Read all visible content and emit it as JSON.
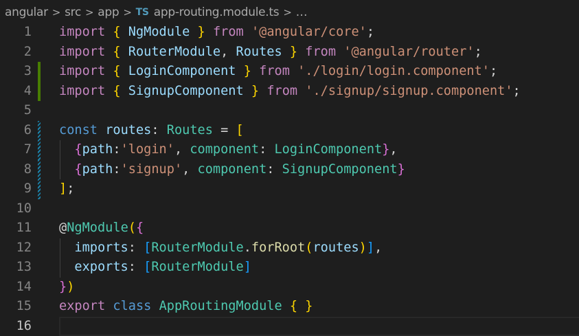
{
  "breadcrumb": {
    "items": [
      "angular",
      "src",
      "app"
    ],
    "file_badge": "TS",
    "file": "app-routing.module.ts",
    "more": "…"
  },
  "colors": {
    "background": "#1e1e1e",
    "added": "#487e02",
    "modified": "#1b81a8"
  },
  "editor": {
    "current_line": 16,
    "lines": [
      {
        "n": "1",
        "tokens": [
          [
            "import",
            "kw"
          ],
          [
            " ",
            "p"
          ],
          [
            "{",
            "b1"
          ],
          [
            " ",
            "p"
          ],
          [
            "NgModule",
            "v"
          ],
          [
            " ",
            "p"
          ],
          [
            "}",
            "b1"
          ],
          [
            " ",
            "p"
          ],
          [
            "from",
            "kw"
          ],
          [
            " ",
            "p"
          ],
          [
            "'@angular/core'",
            "s"
          ],
          [
            ";",
            "p"
          ]
        ]
      },
      {
        "n": "2",
        "tokens": [
          [
            "import",
            "kw"
          ],
          [
            " ",
            "p"
          ],
          [
            "{",
            "b1"
          ],
          [
            " ",
            "p"
          ],
          [
            "RouterModule",
            "v"
          ],
          [
            ", ",
            "p"
          ],
          [
            "Routes",
            "v"
          ],
          [
            " ",
            "p"
          ],
          [
            "}",
            "b1"
          ],
          [
            " ",
            "p"
          ],
          [
            "from",
            "kw"
          ],
          [
            " ",
            "p"
          ],
          [
            "'@angular/router'",
            "s"
          ],
          [
            ";",
            "p"
          ]
        ]
      },
      {
        "n": "3",
        "gutter": "add",
        "tokens": [
          [
            "import",
            "kw"
          ],
          [
            " ",
            "p"
          ],
          [
            "{",
            "b1"
          ],
          [
            " ",
            "p"
          ],
          [
            "LoginComponent",
            "v"
          ],
          [
            " ",
            "p"
          ],
          [
            "}",
            "b1"
          ],
          [
            " ",
            "p"
          ],
          [
            "from",
            "kw"
          ],
          [
            " ",
            "p"
          ],
          [
            "'./login/login.component'",
            "s"
          ],
          [
            ";",
            "p"
          ]
        ]
      },
      {
        "n": "4",
        "gutter": "add",
        "tokens": [
          [
            "import",
            "kw"
          ],
          [
            " ",
            "p"
          ],
          [
            "{",
            "b1"
          ],
          [
            " ",
            "p"
          ],
          [
            "SignupComponent",
            "v"
          ],
          [
            " ",
            "p"
          ],
          [
            "}",
            "b1"
          ],
          [
            " ",
            "p"
          ],
          [
            "from",
            "kw"
          ],
          [
            " ",
            "p"
          ],
          [
            "'./signup/signup.component'",
            "s"
          ],
          [
            ";",
            "p"
          ]
        ]
      },
      {
        "n": "5",
        "tokens": []
      },
      {
        "n": "6",
        "gutter": "mod",
        "tokens": [
          [
            "const",
            "st"
          ],
          [
            " ",
            "p"
          ],
          [
            "routes",
            "v"
          ],
          [
            ": ",
            "p"
          ],
          [
            "Routes",
            "ty"
          ],
          [
            " = ",
            "p"
          ],
          [
            "[",
            "b1"
          ]
        ]
      },
      {
        "n": "7",
        "gutter": "mod",
        "guide": true,
        "tokens": [
          [
            "  ",
            "p"
          ],
          [
            "{",
            "b2"
          ],
          [
            "path",
            "v"
          ],
          [
            ":",
            "p"
          ],
          [
            "'login'",
            "s"
          ],
          [
            ", ",
            "p"
          ],
          [
            "component",
            "ty"
          ],
          [
            ": ",
            "p"
          ],
          [
            "LoginComponent",
            "ty"
          ],
          [
            "}",
            "b2"
          ],
          [
            ",",
            "p"
          ]
        ]
      },
      {
        "n": "8",
        "gutter": "mod",
        "guide": true,
        "tokens": [
          [
            "  ",
            "p"
          ],
          [
            "{",
            "b2"
          ],
          [
            "path",
            "v"
          ],
          [
            ":",
            "p"
          ],
          [
            "'signup'",
            "s"
          ],
          [
            ", ",
            "p"
          ],
          [
            "component",
            "ty"
          ],
          [
            ": ",
            "p"
          ],
          [
            "SignupComponent",
            "ty"
          ],
          [
            "}",
            "b2"
          ]
        ]
      },
      {
        "n": "9",
        "gutter": "mod",
        "tokens": [
          [
            "]",
            "b1"
          ],
          [
            ";",
            "p"
          ]
        ]
      },
      {
        "n": "10",
        "tokens": []
      },
      {
        "n": "11",
        "tokens": [
          [
            "@",
            "p"
          ],
          [
            "NgModule",
            "ty"
          ],
          [
            "(",
            "b1"
          ],
          [
            "{",
            "b2"
          ]
        ]
      },
      {
        "n": "12",
        "guide": true,
        "tokens": [
          [
            "  ",
            "p"
          ],
          [
            "imports",
            "v"
          ],
          [
            ": ",
            "p"
          ],
          [
            "[",
            "b3"
          ],
          [
            "RouterModule",
            "ty"
          ],
          [
            ".",
            "p"
          ],
          [
            "forRoot",
            "fn"
          ],
          [
            "(",
            "b1"
          ],
          [
            "routes",
            "v"
          ],
          [
            ")",
            "b1"
          ],
          [
            "]",
            "b3"
          ],
          [
            ",",
            "p"
          ]
        ]
      },
      {
        "n": "13",
        "guide": true,
        "tokens": [
          [
            "  ",
            "p"
          ],
          [
            "exports",
            "v"
          ],
          [
            ": ",
            "p"
          ],
          [
            "[",
            "b3"
          ],
          [
            "RouterModule",
            "ty"
          ],
          [
            "]",
            "b3"
          ]
        ]
      },
      {
        "n": "14",
        "tokens": [
          [
            "}",
            "b2"
          ],
          [
            ")",
            "b1"
          ]
        ]
      },
      {
        "n": "15",
        "tokens": [
          [
            "export",
            "kw"
          ],
          [
            " ",
            "p"
          ],
          [
            "class",
            "st"
          ],
          [
            " ",
            "p"
          ],
          [
            "AppRoutingModule",
            "ty"
          ],
          [
            " ",
            "p"
          ],
          [
            "{",
            "b1"
          ],
          [
            " ",
            "p"
          ],
          [
            "}",
            "b1"
          ]
        ]
      },
      {
        "n": "16",
        "tokens": []
      }
    ]
  }
}
